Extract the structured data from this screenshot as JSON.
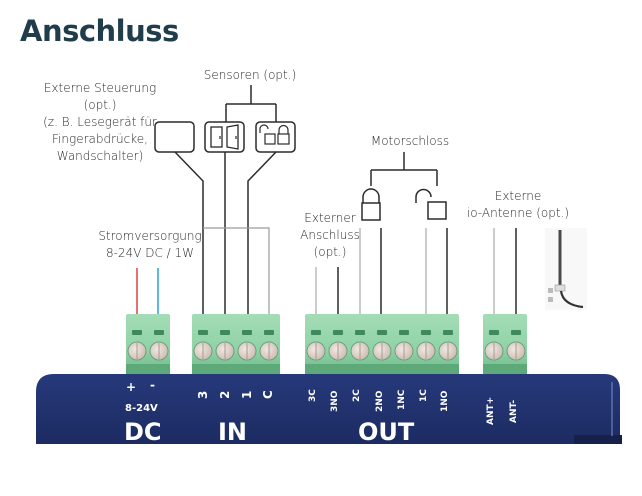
{
  "title": "Anschluss",
  "labels": {
    "externe_steuerung": [
      "Externe Steuerung",
      "(opt.)",
      "(z. B. Lesegerät für",
      "Fingerabdrücke,",
      "Wandschalter)"
    ],
    "sensoren": "Sensoren (opt.)",
    "motorschloss": "Motorschloss",
    "externer_anschluss": [
      "Externer",
      "Anschluss",
      "(opt.)"
    ],
    "externe_antenne": [
      "Externe",
      "io-Antenne (opt.)"
    ],
    "stromversorgung": [
      "Stromversorgung",
      "8-24V DC / 1W"
    ]
  },
  "device": {
    "groups": {
      "dc": {
        "name": "DC",
        "sub": "8-24V",
        "terminals": [
          "+",
          "-"
        ]
      },
      "in": {
        "name": "IN",
        "terminals": [
          "3",
          "2",
          "1",
          "C"
        ]
      },
      "out": {
        "name": "OUT",
        "terminals": [
          "3C",
          "3NO",
          "2C",
          "2NO",
          "1NC",
          "1C",
          "1NO"
        ]
      },
      "ant": {
        "terminals": [
          "ANT+",
          "ANT-"
        ]
      }
    }
  },
  "colors": {
    "title": "#1f3d4a",
    "device_body": "#1e2f6b",
    "terminal_green": "#8fd3a6",
    "wire_red": "#d9453a",
    "wire_blue": "#2a9fd6",
    "wire_black": "#2b2b2b",
    "wire_gray": "#9a9a9a"
  }
}
